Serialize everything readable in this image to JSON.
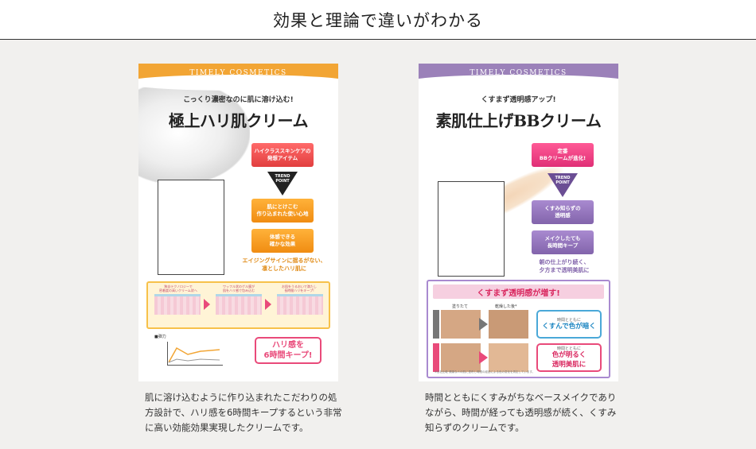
{
  "header": {
    "title": "効果と理論で違いがわかる"
  },
  "products": [
    {
      "brand": "TIMELY COSMETICS",
      "tagline": "こっくり濃密なのに肌に溶け込む!",
      "title": "極上ハリ肌クリーム",
      "points": [
        "ハイクラススキンケアの\n発想アイテム",
        "肌にとけこむ\n作り込まれた使い心地",
        "体感できる\n確かな効果"
      ],
      "trend_label": "TREND\nPOINT",
      "note": "エイジングサインに揺るがない、\n凛としたハリ肌に",
      "skin_captions": [
        "独自テクノロジーで\n密着度の高いクリーム状へ",
        "ワッフル状のゲル膜が\n肌をハリ感で包み込む",
        "お肌をうるおいで満たし\n長時間ハリをキープ!"
      ],
      "graph_title": "■弾力",
      "callout": "ハリ感を\n6時間キープ!",
      "description": "肌に溶け込むように作り込まれたこだわりの処方設計で、ハリ感を6時間キープするという非常に高い効能効果実現したクリームです。"
    },
    {
      "brand": "TIMELY COSMETICS",
      "tagline": "くすまず透明感アップ!",
      "title": "素肌仕上げBBクリーム",
      "points": [
        "定番\nBBクリームが進化!",
        "くすみ知らずの\n透明感",
        "メイクしたても\n長時間キープ"
      ],
      "trend_label": "TREND\nPOINT",
      "note": "朝の仕上がり続く、\n夕方まで透明美肌に",
      "panel_title": "くすまず透明感が増す!",
      "col_labels": [
        "塗りたて",
        "乾燥した後*"
      ],
      "bubble1": {
        "sub": "時間とともに",
        "main": "くすんで色が暗く"
      },
      "bubble2": {
        "sub": "時間とともに",
        "main": "色が明るく\n透明美肌に"
      },
      "fine_print": "※自社比較 健康な人の肌に塗布し時間の経過による色の変化を測定しています。",
      "description": "時間とともにくすみがちなベースメイクでありながら、時間が経っても透明感が続く、くすみ知らずのクリームです。"
    }
  ],
  "colors": {
    "orange": "#f2a534",
    "purple": "#9b81b9",
    "pink": "#e94a7a",
    "red": "#e23f3f"
  }
}
